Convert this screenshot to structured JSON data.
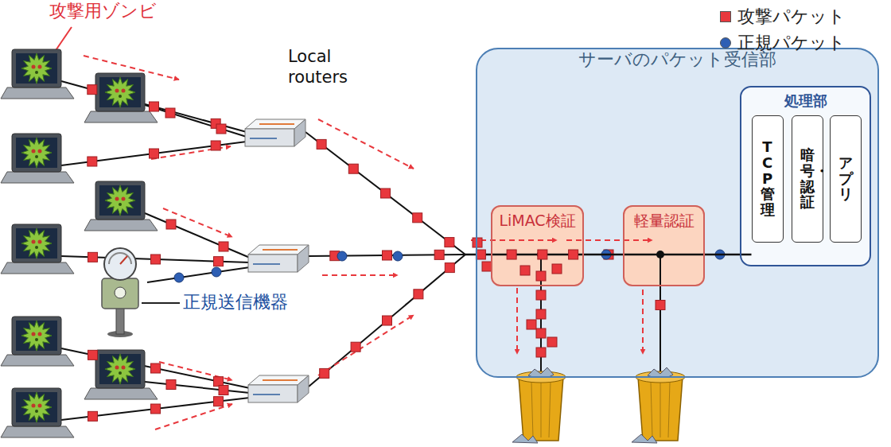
{
  "diagram": {
    "nodes": [
      {
        "text": [
          "サーバのパケット受信部"
        ]
      },
      {
        "text": [
          "LiMAC検証"
        ],
        "in": 0
      },
      {
        "text": [
          "軽量認証"
        ],
        "in": 0
      },
      {
        "text": [
          "処理部"
        ],
        "in": 0
      },
      {
        "text": [
          "TCP管理"
        ],
        "in": 3
      },
      {
        "text": [
          "暗号・認証"
        ],
        "in": 3
      },
      {
        "text": [
          "アプリ"
        ],
        "in": 3
      }
    ],
    "edges": [
      {
        "from": 1,
        "to": 2,
        "arrow": "none"
      },
      {
        "from": 2,
        "to": 3,
        "arrow": "none"
      }
    ],
    "labels": [
      "攻撃用ゾンビ",
      "Local routers",
      "正規送信機器"
    ],
    "legend": [
      {
        "text": "攻撃パケット",
        "color": "#e8383d"
      },
      {
        "text": "正規パケット",
        "color": "#2e5fb4"
      }
    ]
  }
}
